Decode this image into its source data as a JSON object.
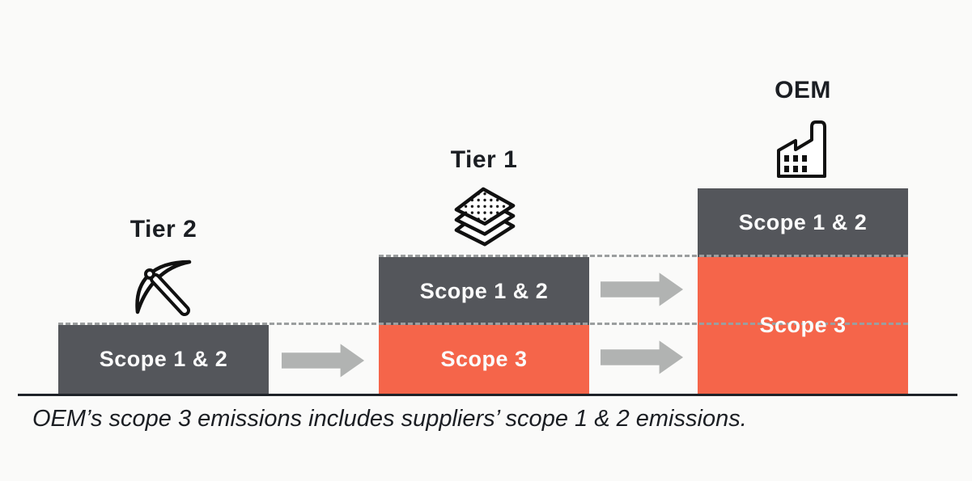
{
  "colors": {
    "dark_box": "#54565B",
    "orange_box": "#F5654A",
    "arrow": "#B1B3B2",
    "dashed_line": "#9B9E9F",
    "baseline": "#1F2329",
    "text_dark": "#1B1E23",
    "box_label": "#FBFBFB",
    "background": "#FAFAF9"
  },
  "columns": [
    {
      "key": "tier2",
      "title": "Tier 2",
      "icon": "pickaxe-icon",
      "scope12_label": "Scope 1 & 2"
    },
    {
      "key": "tier1",
      "title": "Tier 1",
      "icon": "layers-icon",
      "scope12_label": "Scope 1 & 2",
      "scope3_label": "Scope 3"
    },
    {
      "key": "oem",
      "title": "OEM",
      "icon": "factory-icon",
      "scope12_label": "Scope 1 & 2",
      "scope3_label": "Scope 3"
    }
  ],
  "caption": "OEM’s scope 3 emissions includes suppliers’ scope 1 & 2 emissions."
}
